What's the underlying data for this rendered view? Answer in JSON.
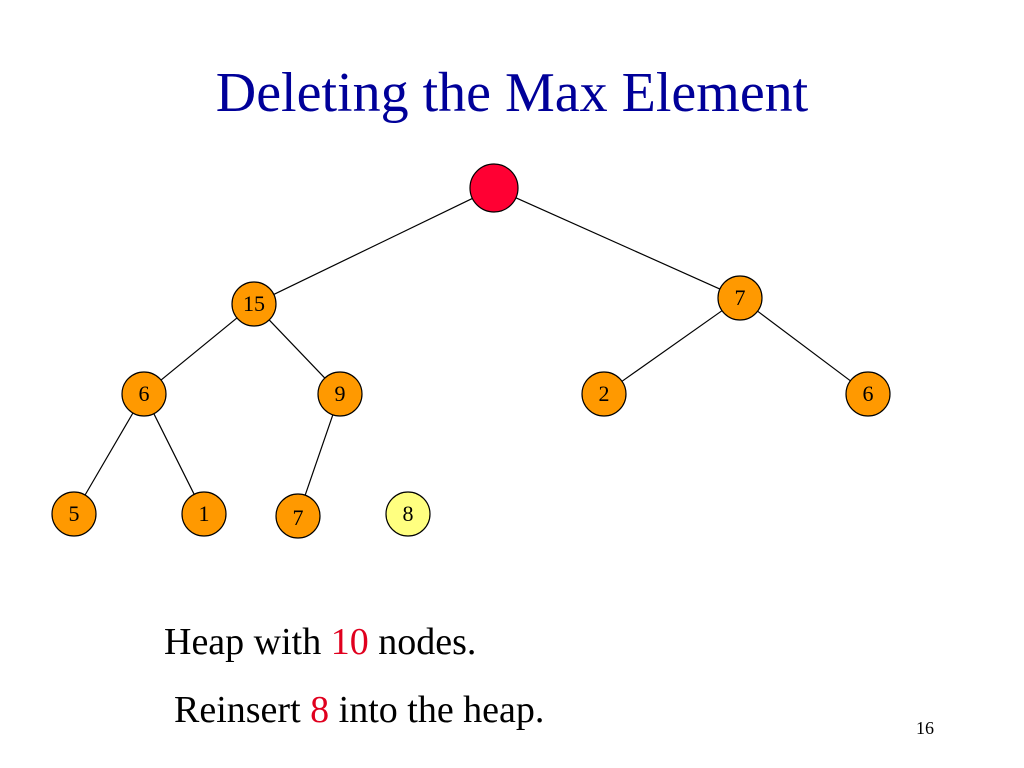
{
  "slide": {
    "title": "Deleting the Max Element",
    "page_number": "16"
  },
  "heap": {
    "root": {
      "label": "",
      "fill": "#ff0033"
    },
    "level1": [
      {
        "label": "15",
        "fill": "#ff9900"
      },
      {
        "label": "7",
        "fill": "#ff9900"
      }
    ],
    "level2": [
      {
        "label": "6",
        "fill": "#ff9900"
      },
      {
        "label": "9",
        "fill": "#ff9900"
      },
      {
        "label": "2",
        "fill": "#ff9900"
      },
      {
        "label": "6",
        "fill": "#ff9900"
      }
    ],
    "level3": [
      {
        "label": "5",
        "fill": "#ff9900"
      },
      {
        "label": "1",
        "fill": "#ff9900"
      },
      {
        "label": "7",
        "fill": "#ff9900"
      }
    ],
    "detached": {
      "label": "8",
      "fill": "#ffff80"
    }
  },
  "captions": {
    "line1_before": "Heap with ",
    "line1_highlight": "10",
    "line1_after": " nodes.",
    "line2_before": "Reinsert ",
    "line2_highlight": "8",
    "line2_after": " into the heap."
  },
  "colors": {
    "title": "#000099",
    "highlight": "#e0001e",
    "node_stroke": "#000000",
    "edge": "#000000"
  }
}
